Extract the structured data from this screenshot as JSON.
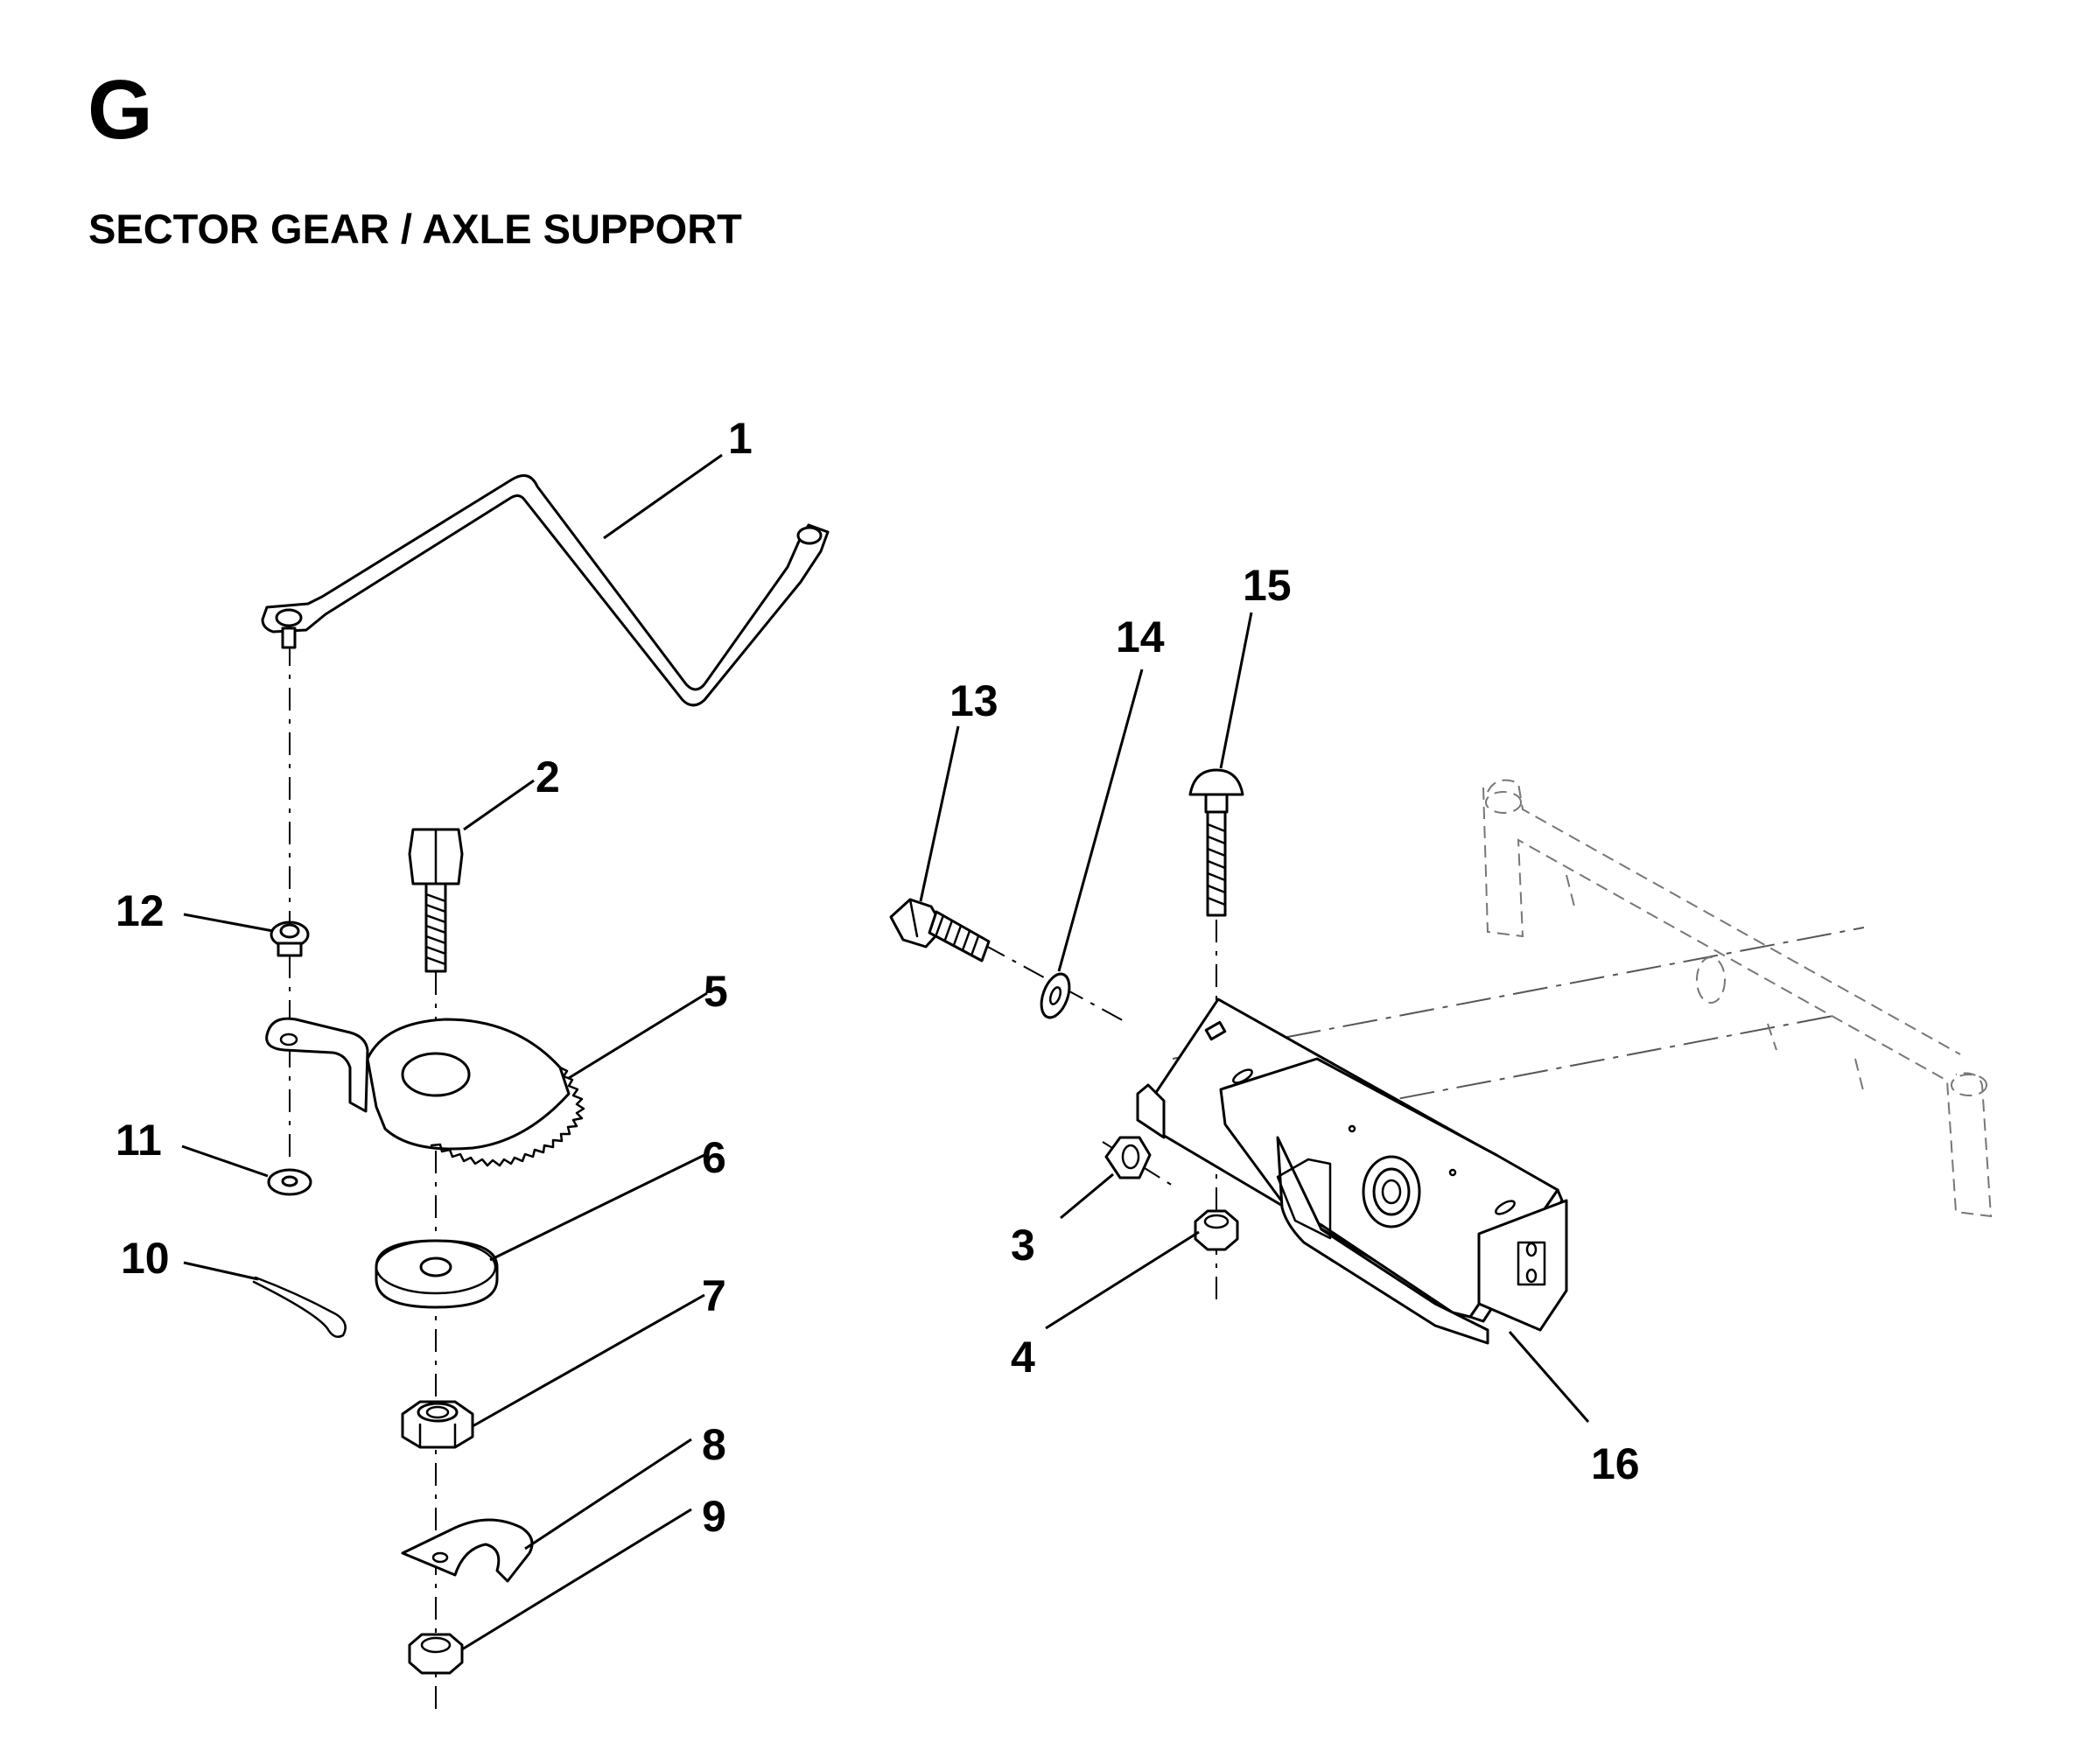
{
  "section": {
    "letter": "G",
    "title": "SECTOR GEAR / AXLE SUPPORT"
  },
  "callouts": {
    "c1": "1",
    "c2": "2",
    "c3": "3",
    "c4": "4",
    "c5": "5",
    "c6": "6",
    "c7": "7",
    "c8": "8",
    "c9": "9",
    "c10": "10",
    "c11": "11",
    "c12": "12",
    "c13": "13",
    "c14": "14",
    "c15": "15",
    "c16": "16"
  }
}
